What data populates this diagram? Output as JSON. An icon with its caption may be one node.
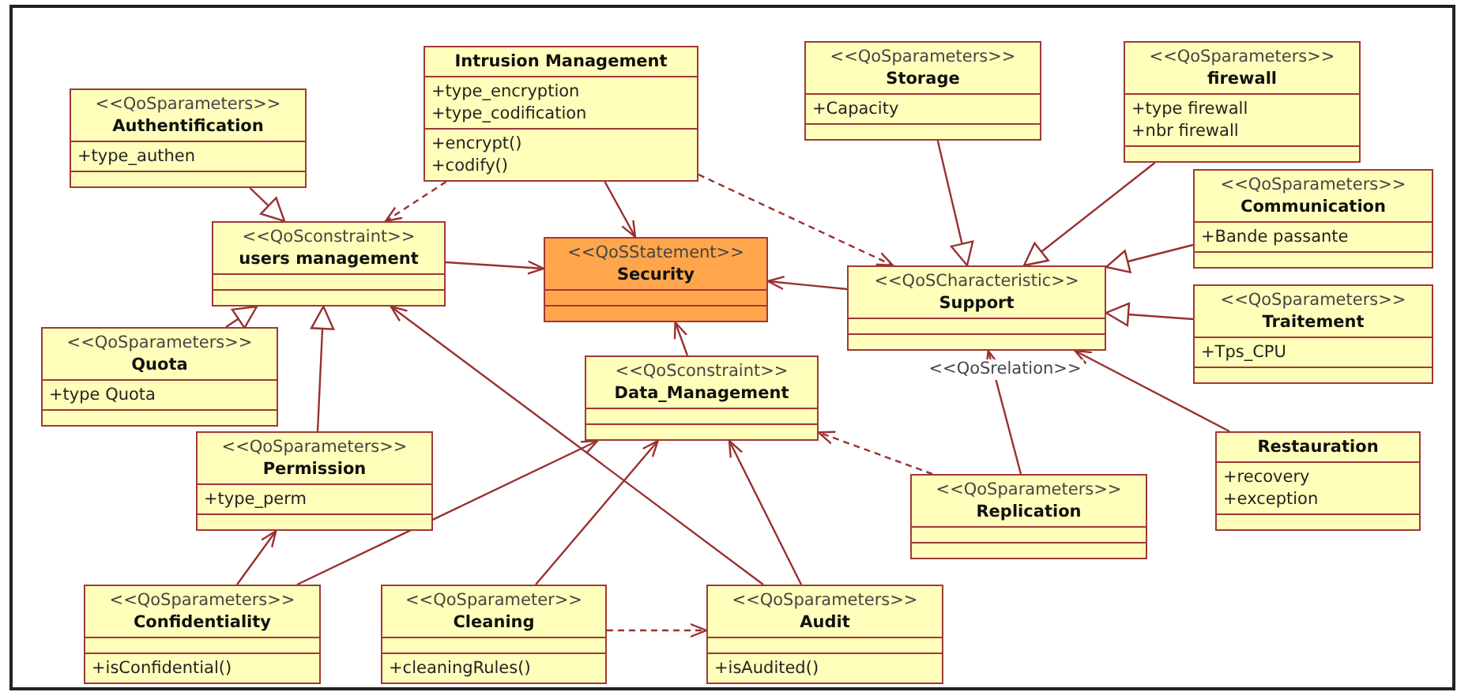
{
  "diagram": {
    "nodes": [
      {
        "text": [
          "Intrusion Management",
          "+type_encryption",
          "+type_codification",
          "+encrypt()",
          "+codify()"
        ]
      },
      {
        "text": [
          "<<QoSparameters>>",
          "Authentification",
          "+type_authen"
        ]
      },
      {
        "text": [
          "<<QoSparameters>>",
          "Storage",
          "+Capacity"
        ]
      },
      {
        "text": [
          "<<QoSparameters>>",
          "firewall",
          "+type firewall",
          "+nbr firewall"
        ]
      },
      {
        "text": [
          "<<QoSconstraint>>",
          "users management"
        ]
      },
      {
        "text": [
          "<<QoSStatement>>",
          "Security"
        ]
      },
      {
        "text": [
          "<<QoSparameters>>",
          "Communication",
          "+Bande passante"
        ]
      },
      {
        "text": [
          "<<QoSCharacteristic>>",
          "Support"
        ]
      },
      {
        "text": [
          "<<QoSparameters>>",
          "Quota",
          "+type Quota"
        ]
      },
      {
        "text": [
          "<<QoSparameters>>",
          "Traitement",
          "+Tps_CPU"
        ]
      },
      {
        "text": [
          "<<QoSconstraint>>",
          "Data_Management"
        ]
      },
      {
        "text": [
          "<<QoSparameters>>",
          "Permission",
          "+type_perm"
        ]
      },
      {
        "text": [
          "Restauration",
          "+recovery",
          "+exception"
        ]
      },
      {
        "text": [
          "<<QoSparameters>>",
          "Replication"
        ]
      },
      {
        "text": [
          "<<QoSparameters>>",
          "Confidentiality",
          "+isConfidential()"
        ]
      },
      {
        "text": [
          "<<QoSparameter>>",
          "Cleaning",
          "+cleaningRules()"
        ]
      },
      {
        "text": [
          "<<QoSparameters>>",
          "Audit",
          "+isAudited()"
        ]
      }
    ],
    "edges": [
      {
        "from": 1,
        "to": 4,
        "arrow": "to"
      },
      {
        "from": 8,
        "to": 4,
        "arrow": "to"
      },
      {
        "from": 11,
        "to": 4,
        "arrow": "to"
      },
      {
        "from": 0,
        "to": 4,
        "arrow": "to",
        "style": "dashed"
      },
      {
        "from": 0,
        "to": 5,
        "arrow": "to"
      },
      {
        "from": 0,
        "to": 7,
        "arrow": "to",
        "style": "dashed"
      },
      {
        "from": 4,
        "to": 5,
        "arrow": "to"
      },
      {
        "from": 16,
        "to": 4,
        "arrow": "to"
      },
      {
        "from": 10,
        "to": 5,
        "arrow": "to"
      },
      {
        "from": 7,
        "to": 5,
        "arrow": "to"
      },
      {
        "from": 2,
        "to": 7,
        "arrow": "to"
      },
      {
        "from": 3,
        "to": 7,
        "arrow": "to"
      },
      {
        "from": 6,
        "to": 7,
        "arrow": "to"
      },
      {
        "from": 9,
        "to": 7,
        "arrow": "to"
      },
      {
        "from": 13,
        "to": 7,
        "arrow": "to",
        "label": "<<QoSrelation>>"
      },
      {
        "from": 12,
        "to": 7,
        "arrow": "to"
      },
      {
        "from": 13,
        "to": 10,
        "arrow": "to",
        "style": "dashed"
      },
      {
        "from": 14,
        "to": 11,
        "arrow": "to"
      },
      {
        "from": 14,
        "to": 10,
        "arrow": "to"
      },
      {
        "from": 15,
        "to": 10,
        "arrow": "to"
      },
      {
        "from": 16,
        "to": 10,
        "arrow": "to"
      },
      {
        "from": 15,
        "to": 16,
        "arrow": "to",
        "style": "dashed"
      }
    ]
  }
}
